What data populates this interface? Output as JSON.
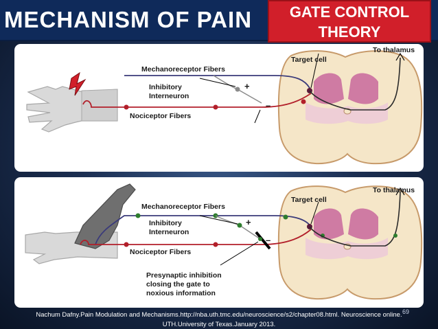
{
  "header": {
    "title": "MECHANISM  OF  PAIN",
    "gate_line1": "GATE CONTROL",
    "gate_line2": "THEORY"
  },
  "top_panel": {
    "to_thalamus": "To thalamus",
    "target_cell": "Target cell",
    "mechanoreceptor": "Mechanoreceptor Fibers",
    "inhibitory_1": "Inhibitory",
    "inhibitory_2": "Interneuron",
    "nociceptor": "Nociceptor Fibers",
    "plus": "+",
    "minus": "–"
  },
  "bottom_panel": {
    "to_thalamus": "To thalamus",
    "target_cell": "Target cell",
    "mechanoreceptor": "Mechanoreceptor Fibers",
    "inhibitory_1": "Inhibitory",
    "inhibitory_2": "Interneuron",
    "nociceptor": "Nociceptor Fibers",
    "plus": "+",
    "minus": "–",
    "presyn_1": "Presynaptic inhibition",
    "presyn_2": "closing the gate to",
    "presyn_3": "noxious information"
  },
  "reference": {
    "line1": "Nachum Dafny.Pain Modulation and Mechanisms.http://nba.uth.tmc.edu/neuroscience/s2/chapter08.html. Neuroscience online.",
    "line2": "UTH.University of  Texas.January 2013."
  },
  "slide_number": "69"
}
